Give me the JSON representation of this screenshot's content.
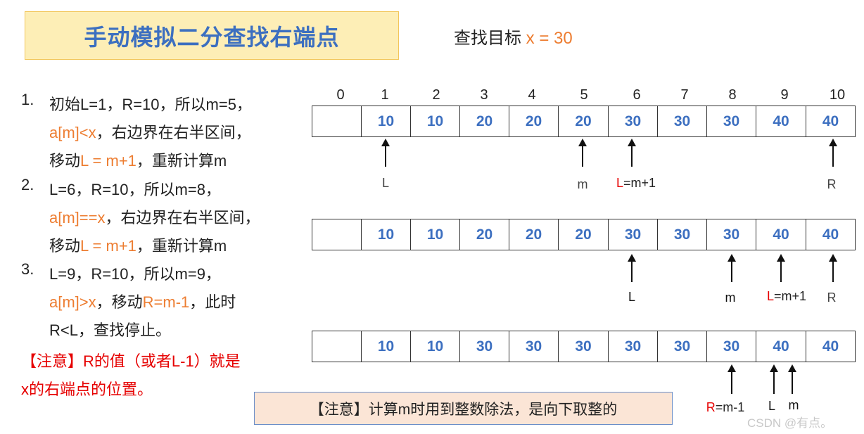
{
  "title": "手动模拟二分查找右端点",
  "target": {
    "label": "查找目标 ",
    "value": "x = 30"
  },
  "indices": [
    "0",
    "1",
    "2",
    "3",
    "4",
    "5",
    "6",
    "7",
    "8",
    "9",
    "10"
  ],
  "rows": [
    {
      "values": [
        "",
        "10",
        "10",
        "20",
        "20",
        "20",
        "30",
        "30",
        "30",
        "40",
        "40"
      ]
    },
    {
      "values": [
        "",
        "10",
        "10",
        "20",
        "20",
        "20",
        "30",
        "30",
        "30",
        "40",
        "40"
      ]
    },
    {
      "values": [
        "",
        "10",
        "10",
        "30",
        "30",
        "30",
        "30",
        "30",
        "30",
        "40",
        "40"
      ]
    }
  ],
  "pointers": {
    "row1": {
      "L": "L",
      "m": "m",
      "L_new_letter": "L",
      "L_new_rest": "=m+1",
      "R": "R"
    },
    "row2": {
      "L": "L",
      "m": "m",
      "L_new_letter": "L",
      "L_new_rest": "=m+1",
      "R": "R"
    },
    "row3": {
      "R_new_letter": "R",
      "R_new_rest": "=m-1",
      "L": "L",
      "m": "m"
    }
  },
  "steps": [
    {
      "num": "1.",
      "l1": "初始L=1，R=10，所以m=5，",
      "l2_orange": "a[m]<x",
      "l2_black": "，右边界在右半区间，",
      "l3_black": "移动",
      "l3_orange": "L = m+1",
      "l3_end": "，重新计算m"
    },
    {
      "num": "2.",
      "l1": "L=6，R=10，所以m=8，",
      "l2_orange": "a[m]==x",
      "l2_black": "，右边界在右半区间，",
      "l3_black": "移动",
      "l3_orange": "L = m+1",
      "l3_end": "，重新计算m"
    },
    {
      "num": "3.",
      "l1": "L=9，R=10，所以m=9，",
      "l2_orange": "a[m]>x",
      "l2_black": "，移动",
      "l2_orange2": "R=m-1",
      "l2_end": "，此时",
      "l3_black": "R<L，查找停止。"
    }
  ],
  "note": {
    "line1": "【注意】R的值（或者L-1）就是",
    "line2": "x的右端点的位置。"
  },
  "bottom_note": "【注意】计算m时用到整数除法，是向下取整的",
  "watermark": "CSDN @有点。"
}
